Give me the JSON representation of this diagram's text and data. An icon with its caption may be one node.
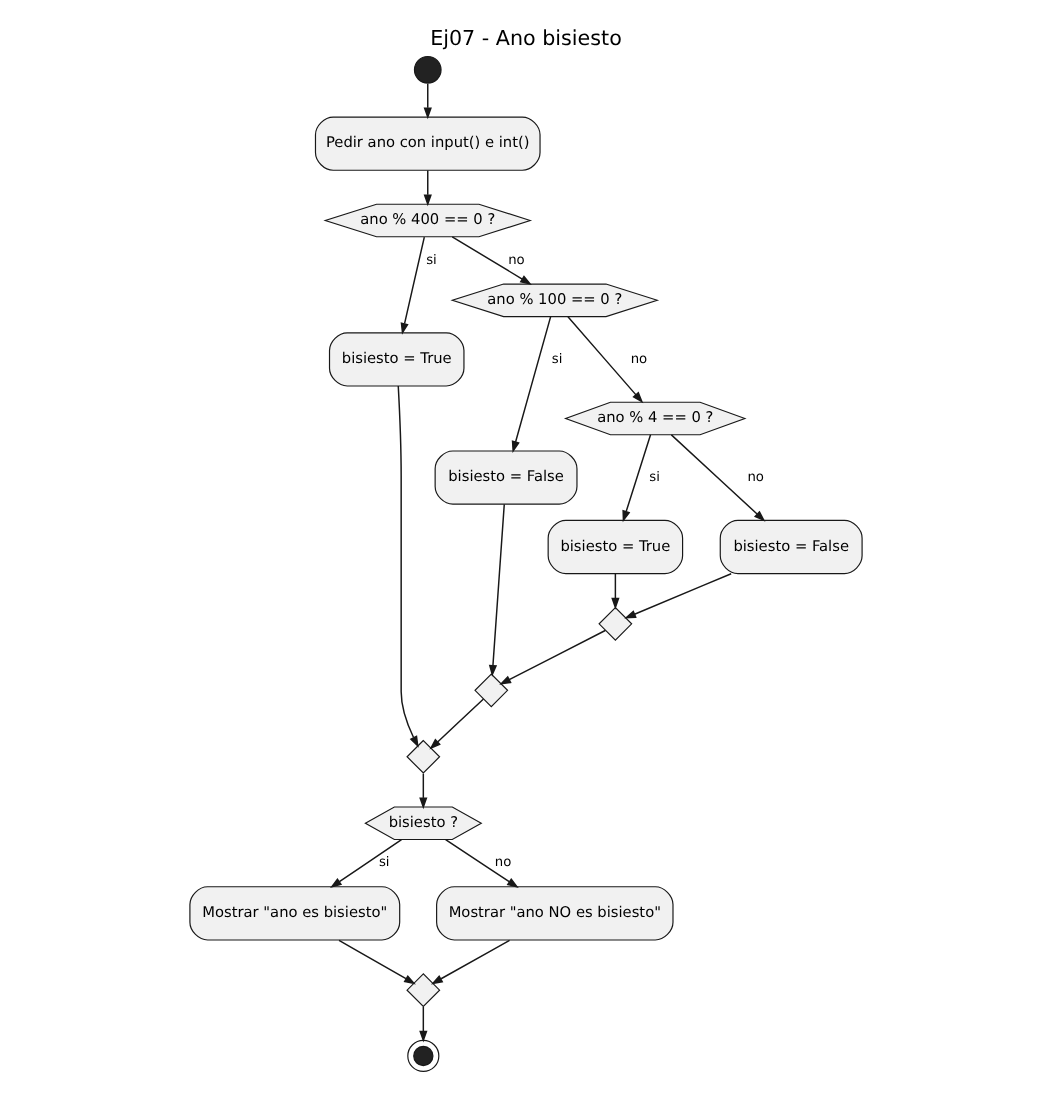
{
  "diagram": {
    "title": "Ej07 - Ano bisiesto",
    "nodes": [
      {
        "text": [],
        "shape": "circle"
      },
      {
        "text": [
          "Pedir ano con input() e int()"
        ]
      },
      {
        "text": [
          "ano % 400 == 0 ?"
        ]
      },
      {
        "text": [
          "bisiesto = True"
        ]
      },
      {
        "text": [
          "ano % 100 == 0 ?"
        ]
      },
      {
        "text": [
          "bisiesto = False"
        ]
      },
      {
        "text": [
          "ano % 4 == 0 ?"
        ]
      },
      {
        "text": [
          "bisiesto = True"
        ]
      },
      {
        "text": [
          "bisiesto = False"
        ]
      },
      {
        "text": [],
        "shape": "diamond"
      },
      {
        "text": [],
        "shape": "diamond"
      },
      {
        "text": [],
        "shape": "diamond"
      },
      {
        "text": [
          "bisiesto ?"
        ]
      },
      {
        "text": [
          "Mostrar \"ano es bisiesto\""
        ]
      },
      {
        "text": [
          "Mostrar \"ano NO es bisiesto\""
        ]
      },
      {
        "text": [],
        "shape": "diamond"
      },
      {
        "text": [],
        "shape": "circle"
      }
    ],
    "edges": [
      {
        "from": 0,
        "to": 1,
        "arrow": "to"
      },
      {
        "from": 1,
        "to": 2,
        "arrow": "to"
      },
      {
        "from": 2,
        "to": 3,
        "arrow": "to",
        "label": "si"
      },
      {
        "from": 2,
        "to": 4,
        "arrow": "to",
        "label": "no"
      },
      {
        "from": 4,
        "to": 5,
        "arrow": "to",
        "label": "si"
      },
      {
        "from": 4,
        "to": 6,
        "arrow": "to",
        "label": "no"
      },
      {
        "from": 6,
        "to": 7,
        "arrow": "to",
        "label": "si"
      },
      {
        "from": 6,
        "to": 8,
        "arrow": "to",
        "label": "no"
      },
      {
        "from": 7,
        "to": 9,
        "arrow": "to"
      },
      {
        "from": 8,
        "to": 9,
        "arrow": "to"
      },
      {
        "from": 5,
        "to": 10,
        "arrow": "to"
      },
      {
        "from": 9,
        "to": 10,
        "arrow": "to"
      },
      {
        "from": 3,
        "to": 11,
        "arrow": "to"
      },
      {
        "from": 10,
        "to": 11,
        "arrow": "to"
      },
      {
        "from": 11,
        "to": 12,
        "arrow": "to"
      },
      {
        "from": 12,
        "to": 13,
        "arrow": "to",
        "label": "si"
      },
      {
        "from": 12,
        "to": 14,
        "arrow": "to",
        "label": "no"
      },
      {
        "from": 13,
        "to": 15,
        "arrow": "to"
      },
      {
        "from": 14,
        "to": 15,
        "arrow": "to"
      },
      {
        "from": 15,
        "to": 16,
        "arrow": "to"
      }
    ]
  }
}
